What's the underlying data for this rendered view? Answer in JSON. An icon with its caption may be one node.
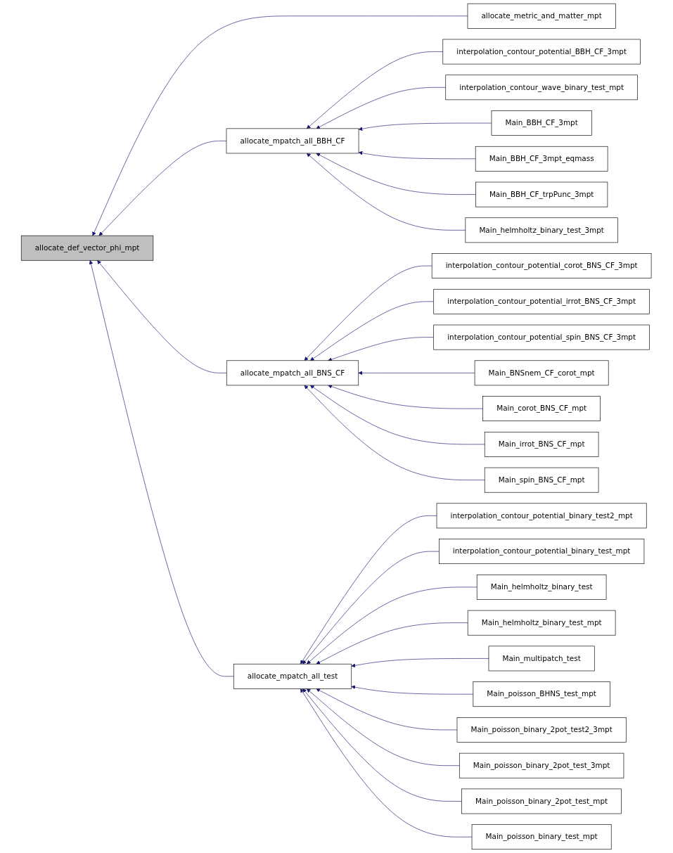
{
  "diagram": {
    "nodes": [
      {
        "text": [
          "allocate_def_vector_phi_mpt"
        ]
      },
      {
        "text": [
          "allocate_metric_and_matter_mpt"
        ]
      },
      {
        "text": [
          "allocate_mpatch_all_BBH_CF"
        ]
      },
      {
        "text": [
          "interpolation_contour_potential_BBH_CF_3mpt"
        ]
      },
      {
        "text": [
          "interpolation_contour_wave_binary_test_mpt"
        ]
      },
      {
        "text": [
          "Main_BBH_CF_3mpt"
        ]
      },
      {
        "text": [
          "Main_BBH_CF_3mpt_eqmass"
        ]
      },
      {
        "text": [
          "Main_BBH_CF_trpPunc_3mpt"
        ]
      },
      {
        "text": [
          "Main_helmholtz_binary_test_3mpt"
        ]
      },
      {
        "text": [
          "allocate_mpatch_all_BNS_CF"
        ]
      },
      {
        "text": [
          "interpolation_contour_potential_corot_BNS_CF_3mpt"
        ]
      },
      {
        "text": [
          "interpolation_contour_potential_irrot_BNS_CF_3mpt"
        ]
      },
      {
        "text": [
          "interpolation_contour_potential_spin_BNS_CF_3mpt"
        ]
      },
      {
        "text": [
          "Main_BNSnem_CF_corot_mpt"
        ]
      },
      {
        "text": [
          "Main_corot_BNS_CF_mpt"
        ]
      },
      {
        "text": [
          "Main_irrot_BNS_CF_mpt"
        ]
      },
      {
        "text": [
          "Main_spin_BNS_CF_mpt"
        ]
      },
      {
        "text": [
          "allocate_mpatch_all_test"
        ]
      },
      {
        "text": [
          "interpolation_contour_potential_binary_test2_mpt"
        ]
      },
      {
        "text": [
          "interpolation_contour_potential_binary_test_mpt"
        ]
      },
      {
        "text": [
          "Main_helmholtz_binary_test"
        ]
      },
      {
        "text": [
          "Main_helmholtz_binary_test_mpt"
        ]
      },
      {
        "text": [
          "Main_multipatch_test"
        ]
      },
      {
        "text": [
          "Main_poisson_BHNS_test_mpt"
        ]
      },
      {
        "text": [
          "Main_poisson_binary_2pot_test2_3mpt"
        ]
      },
      {
        "text": [
          "Main_poisson_binary_2pot_test_3mpt"
        ]
      },
      {
        "text": [
          "Main_poisson_binary_2pot_test_mpt"
        ]
      },
      {
        "text": [
          "Main_poisson_binary_test_mpt"
        ]
      }
    ],
    "edges": [
      {
        "from": 1,
        "to": 0,
        "arrow": "to"
      },
      {
        "from": 2,
        "to": 0,
        "arrow": "to"
      },
      {
        "from": 9,
        "to": 0,
        "arrow": "to"
      },
      {
        "from": 17,
        "to": 0,
        "arrow": "to"
      },
      {
        "from": 3,
        "to": 2,
        "arrow": "to"
      },
      {
        "from": 4,
        "to": 2,
        "arrow": "to"
      },
      {
        "from": 5,
        "to": 2,
        "arrow": "to"
      },
      {
        "from": 6,
        "to": 2,
        "arrow": "to"
      },
      {
        "from": 7,
        "to": 2,
        "arrow": "to"
      },
      {
        "from": 8,
        "to": 2,
        "arrow": "to"
      },
      {
        "from": 10,
        "to": 9,
        "arrow": "to"
      },
      {
        "from": 11,
        "to": 9,
        "arrow": "to"
      },
      {
        "from": 12,
        "to": 9,
        "arrow": "to"
      },
      {
        "from": 13,
        "to": 9,
        "arrow": "to"
      },
      {
        "from": 14,
        "to": 9,
        "arrow": "to"
      },
      {
        "from": 15,
        "to": 9,
        "arrow": "to"
      },
      {
        "from": 16,
        "to": 9,
        "arrow": "to"
      },
      {
        "from": 18,
        "to": 17,
        "arrow": "to"
      },
      {
        "from": 19,
        "to": 17,
        "arrow": "to"
      },
      {
        "from": 20,
        "to": 17,
        "arrow": "to"
      },
      {
        "from": 21,
        "to": 17,
        "arrow": "to"
      },
      {
        "from": 22,
        "to": 17,
        "arrow": "to"
      },
      {
        "from": 23,
        "to": 17,
        "arrow": "to"
      },
      {
        "from": 24,
        "to": 17,
        "arrow": "to"
      },
      {
        "from": 25,
        "to": 17,
        "arrow": "to"
      },
      {
        "from": 26,
        "to": 17,
        "arrow": "to"
      },
      {
        "from": 27,
        "to": 17,
        "arrow": "to"
      }
    ]
  }
}
